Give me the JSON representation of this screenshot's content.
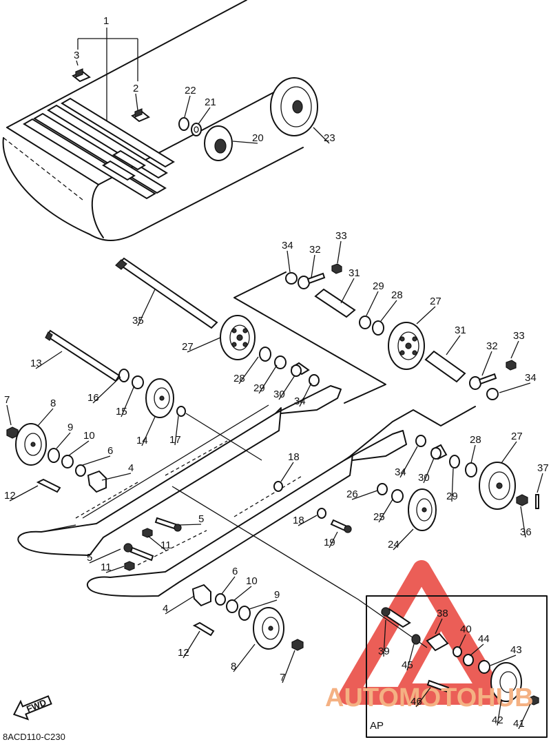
{
  "diagram": {
    "callouts": [
      {
        "n": "1"
      },
      {
        "n": "3"
      },
      {
        "n": "2"
      },
      {
        "n": "22"
      },
      {
        "n": "21"
      },
      {
        "n": "20"
      },
      {
        "n": "23"
      },
      {
        "n": "34"
      },
      {
        "n": "32"
      },
      {
        "n": "33"
      },
      {
        "n": "31"
      },
      {
        "n": "29"
      },
      {
        "n": "28"
      },
      {
        "n": "27"
      },
      {
        "n": "35"
      },
      {
        "n": "27"
      },
      {
        "n": "31"
      },
      {
        "n": "33"
      },
      {
        "n": "32"
      },
      {
        "n": "34"
      },
      {
        "n": "13"
      },
      {
        "n": "28"
      },
      {
        "n": "29"
      },
      {
        "n": "30"
      },
      {
        "n": "34"
      },
      {
        "n": "16"
      },
      {
        "n": "15"
      },
      {
        "n": "7"
      },
      {
        "n": "8"
      },
      {
        "n": "9"
      },
      {
        "n": "10"
      },
      {
        "n": "6"
      },
      {
        "n": "4"
      },
      {
        "n": "14"
      },
      {
        "n": "17"
      },
      {
        "n": "12"
      },
      {
        "n": "18"
      },
      {
        "n": "5"
      },
      {
        "n": "11"
      },
      {
        "n": "18"
      },
      {
        "n": "19"
      },
      {
        "n": "26"
      },
      {
        "n": "25"
      },
      {
        "n": "24"
      },
      {
        "n": "34"
      },
      {
        "n": "30"
      },
      {
        "n": "29"
      },
      {
        "n": "28"
      },
      {
        "n": "27"
      },
      {
        "n": "37"
      },
      {
        "n": "36"
      },
      {
        "n": "5"
      },
      {
        "n": "11"
      },
      {
        "n": "6"
      },
      {
        "n": "10"
      },
      {
        "n": "9"
      },
      {
        "n": "4"
      },
      {
        "n": "12"
      },
      {
        "n": "8"
      },
      {
        "n": "7"
      },
      {
        "n": "38"
      },
      {
        "n": "39"
      },
      {
        "n": "40"
      },
      {
        "n": "44"
      },
      {
        "n": "43"
      },
      {
        "n": "45"
      },
      {
        "n": "46"
      },
      {
        "n": "42"
      },
      {
        "n": "41"
      }
    ],
    "inset_label": "AP",
    "fwd_label": "FWD",
    "drawing_code": "8ACD110-C230",
    "watermark": "AUTOMOTOHUB",
    "colors": {
      "line": "#111111",
      "watermark_red": "#e8423a",
      "watermark_orange": "#f4b183"
    }
  }
}
